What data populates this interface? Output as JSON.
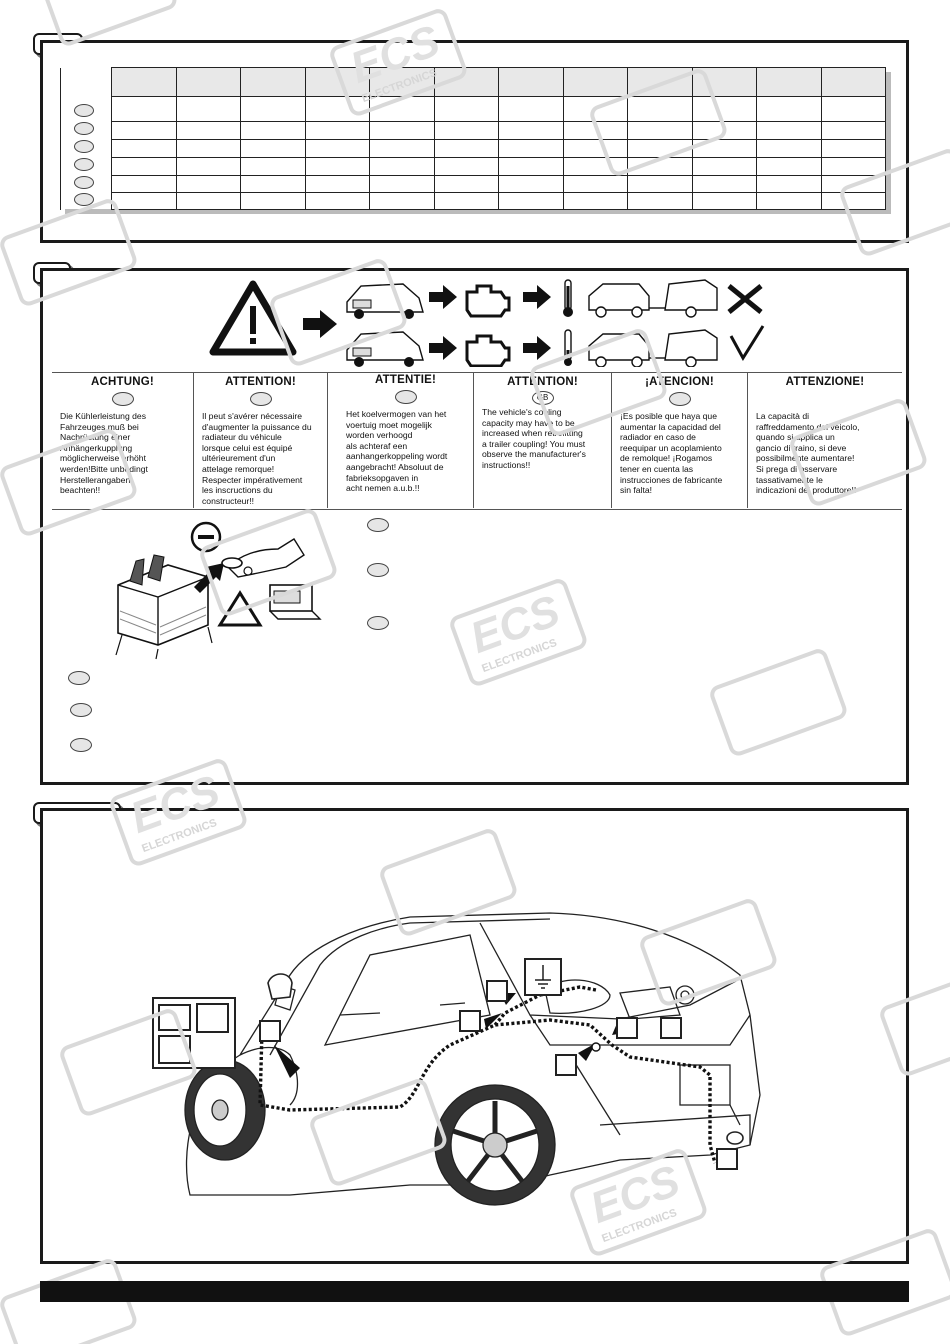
{
  "warnings": [
    {
      "id": "de",
      "heading": "ACHTUNG!",
      "text": "Die Kühlerleistung des\nFahrzeuges muß bei\nNachrüstung einer\nAnhängerkupplung\nmöglicherweise erhöht\nwerden!Bitte unbedingt\nHerstellerangaben\nbeachten!!"
    },
    {
      "id": "fr",
      "heading": "ATTENTION!",
      "text": "Il peut s'avérer nécessaire\nd'augmenter la puissance du\nradiateur du véhicule\nlorsque celui est équipé\nultérieurement d'un\nattelage remorque!\nRespecter impérativement\nles inscructions du\nconstructeur!!"
    },
    {
      "id": "nl",
      "heading": "ATTENTIE!",
      "text": "Het koelvermogen van het\nvoertuig moet mogelijk\nworden verhoogd\nals achteraf een\naanhangerkoppeling wordt\naangebracht! Absoluut de\nfabrieksopgaven in\nacht nemen a.u.b.!!"
    },
    {
      "id": "gb",
      "heading": "ATTENTION!",
      "badge": "GB",
      "text": "The vehicle's cooling\ncapacity may have to be\nincreased when retrofitting\na trailer coupling! You must\nobserve the manufacturer's\ninstructions!!"
    },
    {
      "id": "es",
      "heading": "¡ATENCION!",
      "text": "¡Es posible que haya que\naumentar la capacidad del\nradiador en caso de\nreequipar un acoplamiento\nde remolque! ¡Rogamos\ntener en cuenta las\ninstrucciones de fabricante\nsin falta!"
    },
    {
      "id": "it",
      "heading": "ATTENZIONE!",
      "text": "La capacità di\nraffreddamento del veicolo,\nquando si applica un\ngancio di traino, si deve\npossibilmente aumentare!\nSi prega di osservare\ntassativamente le\nindicazioni del produttore!!"
    }
  ],
  "watermark": {
    "brand": "ECS",
    "sub": "ELECTRONICS"
  },
  "icons": {
    "warning": "warning-triangle-icon",
    "arrow": "arrow-right-icon",
    "engine": "engine-check-icon",
    "thermometer": "thermometer-icon",
    "cross": "cross-mark-icon",
    "check": "check-mark-icon",
    "minus": "minus-sign-icon",
    "ground": "ground-symbol-icon"
  },
  "colors": {
    "frame": "#1a1a1a",
    "oval_fill": "#e6e6e6",
    "header_fill": "#e8e8e8",
    "wire": "#111111"
  }
}
